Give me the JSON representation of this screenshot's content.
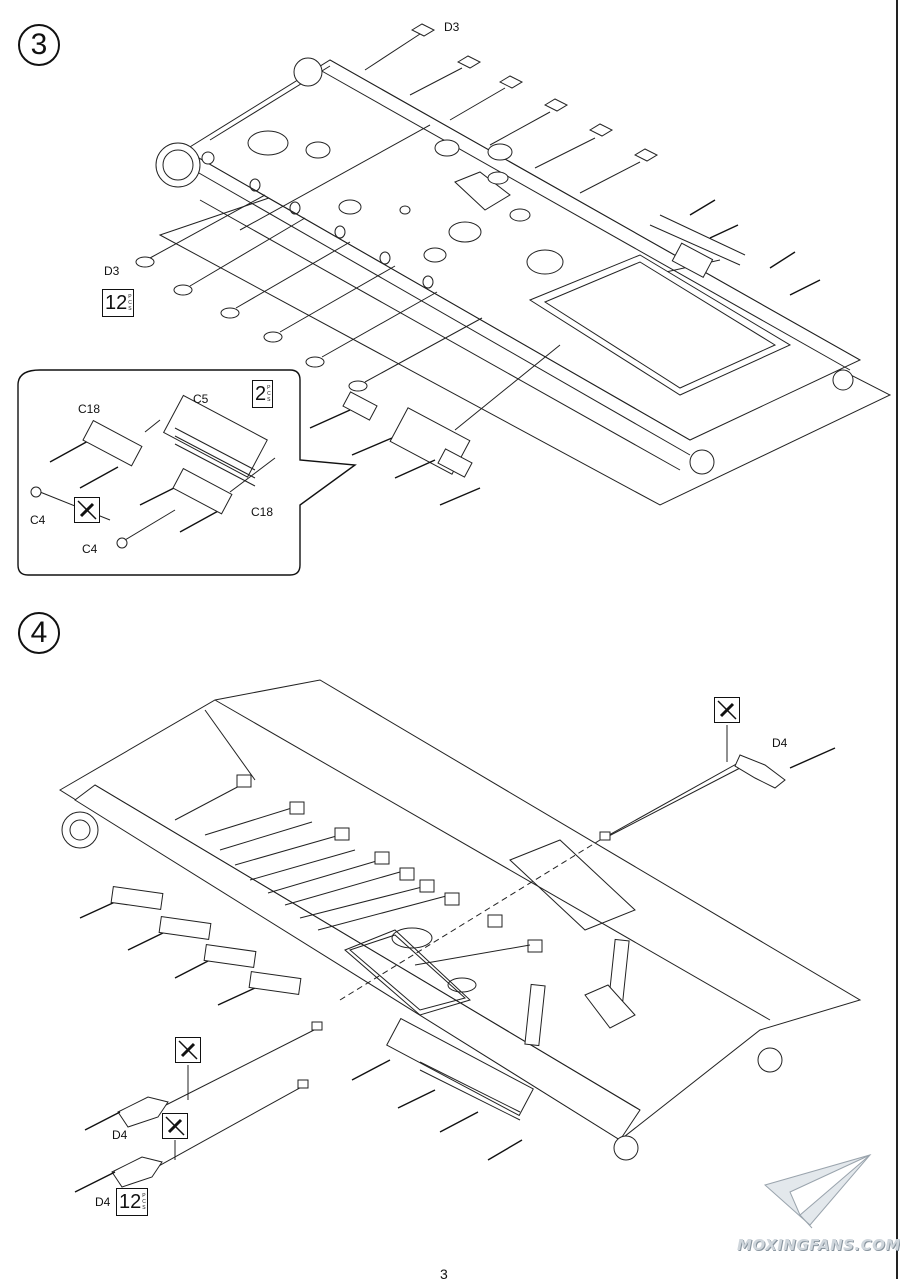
{
  "steps": [
    {
      "number": "3",
      "labels": {
        "d3_top": "D3",
        "d3_left": "D3",
        "c18_a": "C18",
        "c5": "C5",
        "c4_a": "C4",
        "c4_b": "C4",
        "c18_b": "C18"
      },
      "badges": {
        "qty_main": {
          "count": "12",
          "unit": [
            "P",
            "C",
            "S"
          ]
        },
        "qty_inset": {
          "count": "2",
          "unit": [
            "P",
            "C",
            "S"
          ]
        }
      }
    },
    {
      "number": "4",
      "labels": {
        "d4_right": "D4",
        "d4_left_a": "D4",
        "d4_left_b": "D4"
      },
      "badges": {
        "qty_bottom": {
          "count": "12",
          "unit": [
            "P",
            "C",
            "S"
          ]
        }
      }
    }
  ],
  "icons": [
    "cut-off-sprue-icon"
  ],
  "page_number": "3",
  "watermark": "MOXINGFANS.COM"
}
